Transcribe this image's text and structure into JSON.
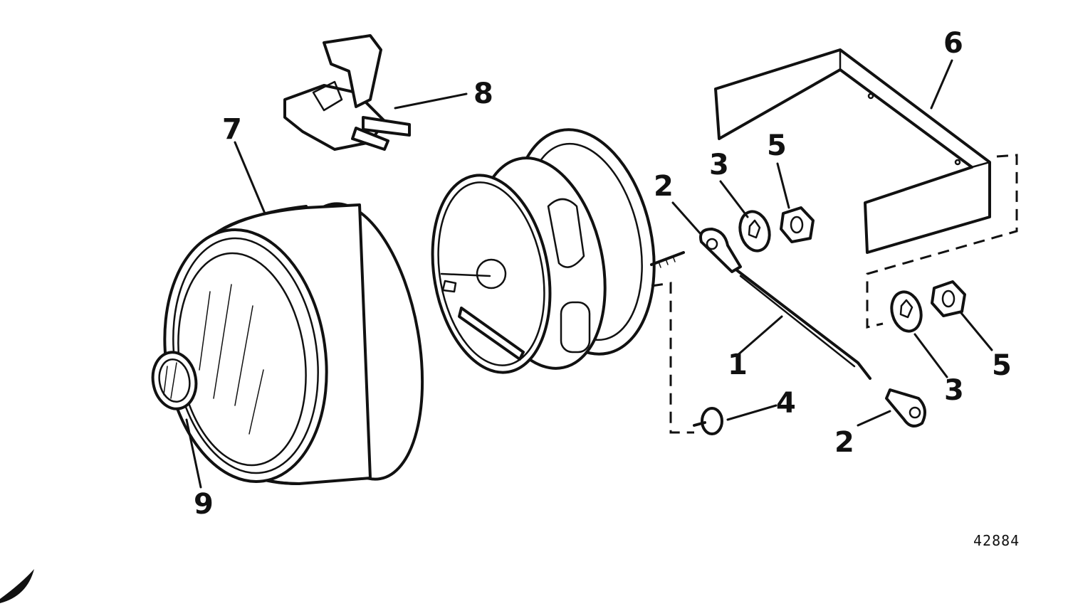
{
  "figure_id": "42884",
  "callouts": {
    "c1": "1",
    "c2a": "2",
    "c2b": "2",
    "c3a": "3",
    "c3b": "3",
    "c4": "4",
    "c5a": "5",
    "c5b": "5",
    "c6": "6",
    "c7": "7",
    "c8": "8",
    "c9": "9"
  },
  "colors": {
    "line": "#111111",
    "background": "#ffffff"
  }
}
